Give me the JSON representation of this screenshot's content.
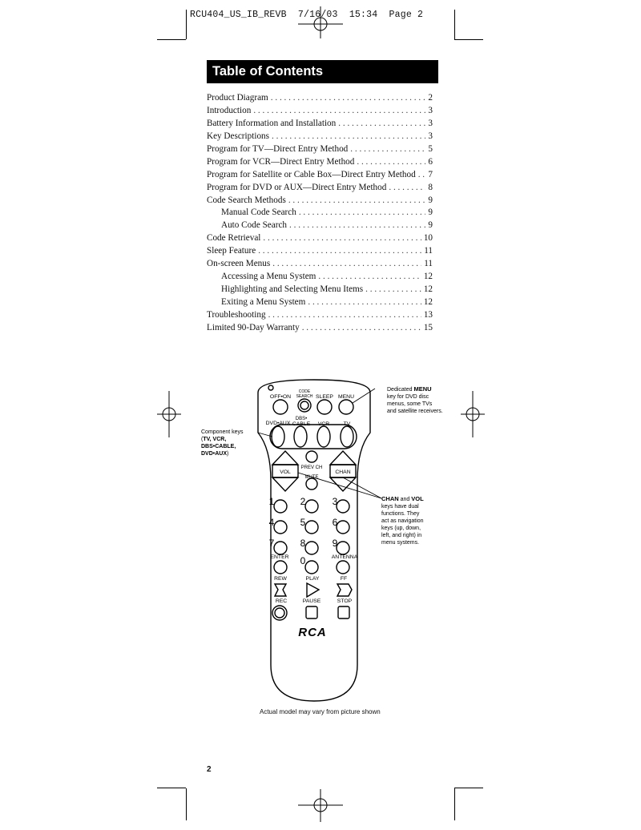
{
  "slug_line": "RCU404_US_IB_REVB  7/16/03  15:34  Page 2",
  "title": "Table of Contents",
  "toc": [
    {
      "label": "Product Diagram",
      "page": "2",
      "sub": false
    },
    {
      "label": "Introduction",
      "page": "3",
      "sub": false
    },
    {
      "label": "Battery Information and Installation",
      "page": "3",
      "sub": false
    },
    {
      "label": "Key Descriptions",
      "page": "3",
      "sub": false
    },
    {
      "label": "Program for TV—Direct Entry Method",
      "page": "5",
      "sub": false
    },
    {
      "label": "Program for VCR—Direct Entry Method",
      "page": "6",
      "sub": false
    },
    {
      "label": "Program for Satellite or Cable Box—Direct Entry Method",
      "page": "7",
      "sub": false
    },
    {
      "label": "Program for DVD or AUX—Direct Entry Method",
      "page": "8",
      "sub": false
    },
    {
      "label": "Code Search Methods",
      "page": "9",
      "sub": false
    },
    {
      "label": "Manual Code Search",
      "page": "9",
      "sub": true
    },
    {
      "label": "Auto Code Search",
      "page": "9",
      "sub": true
    },
    {
      "label": "Code Retrieval",
      "page": "10",
      "sub": false
    },
    {
      "label": "Sleep Feature",
      "page": "11",
      "sub": false
    },
    {
      "label": "On-screen Menus",
      "page": "11",
      "sub": false
    },
    {
      "label": "Accessing a Menu System",
      "page": "12",
      "sub": true
    },
    {
      "label": "Highlighting and Selecting Menu Items",
      "page": "12",
      "sub": true
    },
    {
      "label": "Exiting a Menu System",
      "page": "12",
      "sub": true
    },
    {
      "label": "Troubleshooting",
      "page": "13",
      "sub": false
    },
    {
      "label": "Limited 90-Day Warranty",
      "page": "15",
      "sub": false
    }
  ],
  "remote": {
    "keys": {
      "off_on": "OFF•ON",
      "code_search_1": "CODE",
      "code_search_2": "SEARCH",
      "sleep": "SLEEP",
      "menu": "MENU",
      "dvd_aux": "DVD•AUX",
      "dbs_1": "DBS•",
      "dbs_2": "CABLE",
      "vcr": "VCR",
      "tv": "TV",
      "vol": "VOL",
      "prev_ch": "PREV CH",
      "chan": "CHAN",
      "mute": "MUTE",
      "d1": "1",
      "d2": "2",
      "d3": "3",
      "d4": "4",
      "d5": "5",
      "d6": "6",
      "d7": "7",
      "d8": "8",
      "d9": "9",
      "enter": "ENTER",
      "d0": "0",
      "antenna": "ANTENNA",
      "rew": "REW",
      "play": "PLAY",
      "ff": "FF",
      "rec": "REC",
      "pause": "PAUSE",
      "stop": "STOP",
      "brand": "RCA"
    },
    "callouts": {
      "menu_pre": "Dedicated ",
      "menu_bold": "MENU",
      "menu_l2": "key for DVD disc",
      "menu_l3": "menus, some TVs",
      "menu_l4": "and satellite receivers.",
      "comp_l1": "Component keys",
      "comp_l2a": "(",
      "comp_l2b": "TV, VCR,",
      "comp_l3": "DBS•CABLE,",
      "comp_l4a": "DVD•AUX",
      "comp_l4b": ")",
      "chan_bold1": "CHAN",
      "chan_and": " and ",
      "chan_bold2": "VOL",
      "chan_l2": "keys have dual",
      "chan_l3": "functions. They",
      "chan_l4": "act as navigation",
      "chan_l5": "keys (up, down,",
      "chan_l6": "left, and right) in",
      "chan_l7": "menu systems."
    }
  },
  "figure_caption": "Actual model may vary from picture shown",
  "page_number": "2"
}
